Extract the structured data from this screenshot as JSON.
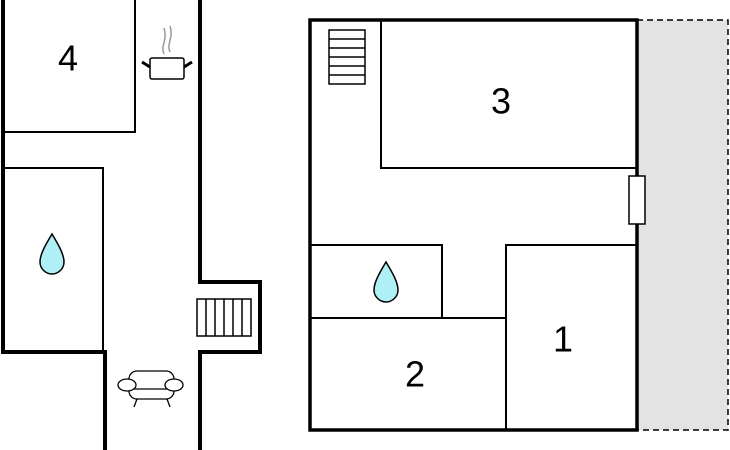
{
  "rooms": {
    "r1": "1",
    "r2": "2",
    "r3": "3",
    "r4": "4"
  },
  "colors": {
    "wall": "#000000",
    "water": "#aef0f5",
    "terrace": "#e3e3e3",
    "steam": "#999999"
  },
  "icons": [
    "water-drop-icon",
    "stairs-icon",
    "cooking-pot-icon",
    "sofa-icon",
    "door-icon"
  ]
}
